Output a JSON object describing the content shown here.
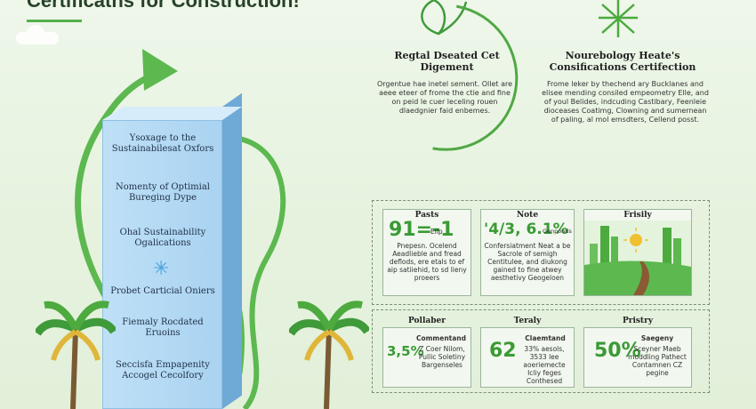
{
  "header": {
    "title": "Certificaths for Construction!"
  },
  "pillar": {
    "item1": "Ysoxage to the Sustainabilesat Oxfors",
    "item2": "Nomenty of Optimial Bureging Dype",
    "item3": "Ohal Sustainability Ogalications",
    "item4": "Probet Carticial Oniers",
    "item5": "Fiemaly Rocdated Eruoins",
    "item6": "Seccisfa Empapenity Accogel Cecolfory"
  },
  "center": {
    "title": "Regtal Dseated Cet Digement",
    "body": "Orgentue hae inetel sement. Ollet are aeee eteer of frome the ctie and fine on peid le cuer leceling rouen dlaedgnier faid enbemes."
  },
  "right": {
    "title": "Nourebology Heate's Consifications Certifection",
    "body": "Frome leker by thechend ary Bucklanes and elisee mending consiled empeometry Elle, and of youl Belides, indcuding Castibary, Feenleie dioceases Coatimg, Clowning and sumernean of paling, al mol emsdters, Cellend posst."
  },
  "row1": [
    {
      "label": "Pasts",
      "big": "91=-1",
      "unit": "Eilp",
      "text": "Pnepesn. Ocelend Aeadlieble and fread deflods, ere etals to ef aip satiiehid, to sd lieny proeers"
    },
    {
      "label": "Note",
      "big": "'4/3, 6.1%",
      "unit": "Genponds",
      "text": "Confersiatment Neat a be Sacrole of semigh Centitulee, and diukong gained to fine atwey aesthetivy Geogeloen"
    },
    {
      "label": "Frisily"
    }
  ],
  "row2": [
    {
      "label": "Pollaber",
      "big": "3,5%",
      "head": "Commentand",
      "text": "Z Coer Nilom, Pullic Soletiny Bargenseles"
    },
    {
      "label": "Teraly",
      "big": "62",
      "head": "Claemtand",
      "text": "33% aesols, 3533 lee aoeriemecte Icliy feges Conthesed"
    },
    {
      "label": "Pristry",
      "big": "50%",
      "head": "Saegeny",
      "text": "Sceyner Maeb moddling Pathect Contamnen CZ pegine"
    }
  ]
}
